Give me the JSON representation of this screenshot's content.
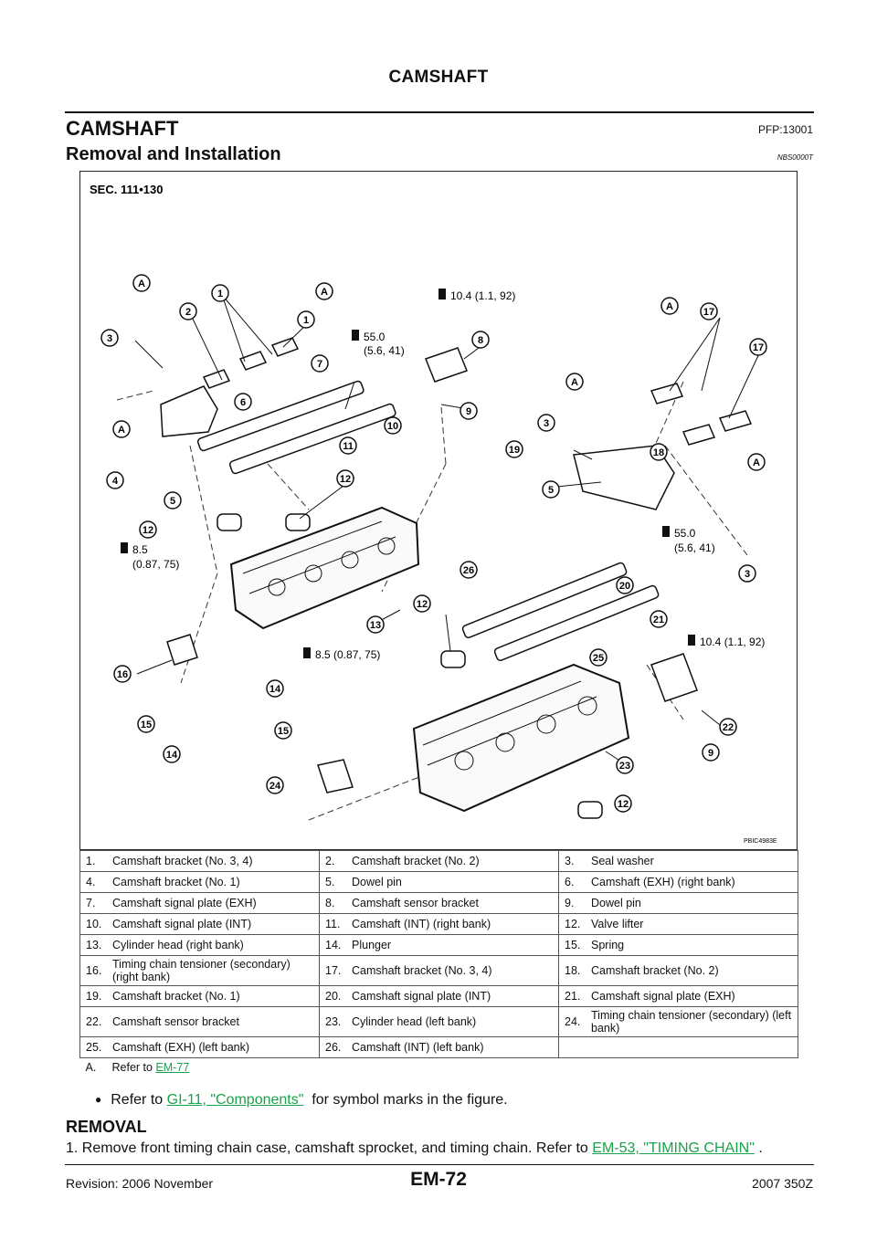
{
  "header": {
    "title": "CAMSHAFT"
  },
  "page": {
    "title": "CAMSHAFT",
    "pfp": "PFP:13001",
    "section_title": "Removal and Installation",
    "section_code": "NBS0000T"
  },
  "figure": {
    "sec_label": "SEC. 111•130",
    "image_code": "PBIC4983E",
    "torques": [
      "10.4 (1.1, 92)",
      "55.0",
      "(5.6, 41)",
      "55.0",
      "(5.6, 41)",
      "8.5",
      "(0.87, 75)",
      "8.5 (0.87, 75)",
      "10.4 (1.1, 92)"
    ],
    "callouts": [
      "1",
      "1",
      "2",
      "3",
      "3",
      "3",
      "4",
      "5",
      "5",
      "6",
      "7",
      "8",
      "9",
      "9",
      "10",
      "11",
      "12",
      "12",
      "12",
      "12",
      "13",
      "14",
      "14",
      "15",
      "15",
      "16",
      "17",
      "17",
      "18",
      "19",
      "20",
      "21",
      "22",
      "23",
      "24",
      "25",
      "26"
    ],
    "refs": [
      "A",
      "A",
      "A",
      "A",
      "A",
      "A"
    ]
  },
  "parts": [
    [
      {
        "n": "1.",
        "t": "Camshaft bracket (No. 3, 4)"
      },
      {
        "n": "2.",
        "t": "Camshaft bracket (No. 2)"
      },
      {
        "n": "3.",
        "t": "Seal washer"
      }
    ],
    [
      {
        "n": "4.",
        "t": "Camshaft bracket (No. 1)"
      },
      {
        "n": "5.",
        "t": "Dowel pin"
      },
      {
        "n": "6.",
        "t": "Camshaft (EXH) (right bank)"
      }
    ],
    [
      {
        "n": "7.",
        "t": "Camshaft signal plate (EXH)"
      },
      {
        "n": "8.",
        "t": "Camshaft sensor bracket"
      },
      {
        "n": "9.",
        "t": "Dowel pin"
      }
    ],
    [
      {
        "n": "10.",
        "t": "Camshaft signal plate (INT)"
      },
      {
        "n": "11.",
        "t": "Camshaft (INT) (right bank)"
      },
      {
        "n": "12.",
        "t": "Valve lifter"
      }
    ],
    [
      {
        "n": "13.",
        "t": "Cylinder head (right bank)"
      },
      {
        "n": "14.",
        "t": "Plunger"
      },
      {
        "n": "15.",
        "t": "Spring"
      }
    ],
    [
      {
        "n": "16.",
        "t": "Timing chain tensioner (secondary) (right bank)"
      },
      {
        "n": "17.",
        "t": "Camshaft bracket (No. 3, 4)"
      },
      {
        "n": "18.",
        "t": "Camshaft bracket (No. 2)"
      }
    ],
    [
      {
        "n": "19.",
        "t": "Camshaft bracket (No. 1)"
      },
      {
        "n": "20.",
        "t": "Camshaft signal plate (INT)"
      },
      {
        "n": "21.",
        "t": "Camshaft signal plate (EXH)"
      }
    ],
    [
      {
        "n": "22.",
        "t": "Camshaft sensor bracket"
      },
      {
        "n": "23.",
        "t": "Cylinder head (left bank)"
      },
      {
        "n": "24.",
        "t": "Timing chain tensioner (secondary) (left bank)"
      }
    ],
    [
      {
        "n": "25.",
        "t": "Camshaft (EXH) (left bank)"
      },
      {
        "n": "26.",
        "t": "Camshaft (INT) (left bank)"
      },
      {
        "n": "",
        "t": ""
      }
    ]
  ],
  "note": {
    "label": "A.",
    "text": "Refer to",
    "link": "EM-77"
  },
  "body": {
    "bullet_pre": "Refer to",
    "bullet_link": "GI-11, \"Components\"",
    "bullet_post": "for symbol marks in the figure.",
    "removal_heading": "REMOVAL",
    "step1_pre": "1.  Remove front timing chain case, camshaft sprocket, and timing chain. Refer to",
    "step1_link": "EM-53, \"TIMING CHAIN\"",
    "step1_post": "."
  },
  "footer": {
    "revision": "Revision: 2006 November",
    "page_id": "EM-72",
    "model": "2007 350Z"
  }
}
